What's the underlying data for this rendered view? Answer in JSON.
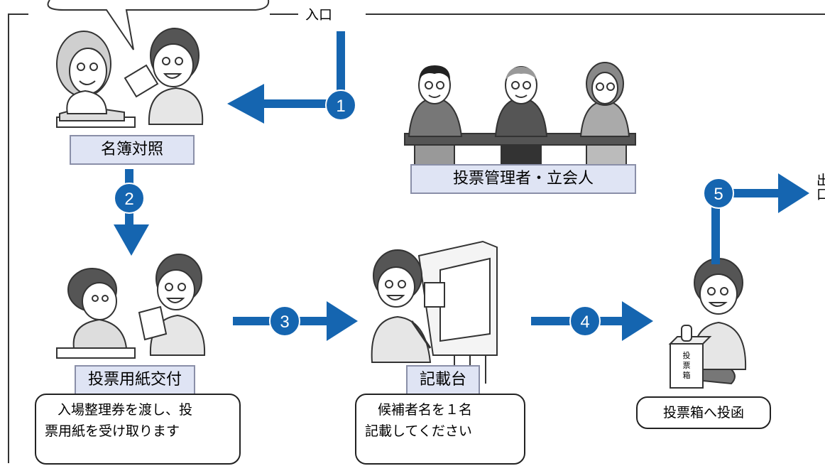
{
  "entrance_label": "入口",
  "exit_label": "出口",
  "officials_label": "投票管理者・立会人",
  "ballot_box_text": [
    "投",
    "票",
    "箱"
  ],
  "steps": [
    {
      "number": "1",
      "label": "名簿対照"
    },
    {
      "number": "2",
      "label": ""
    },
    {
      "number": "3",
      "label": "投票用紙交付",
      "note_line1": "入場整理券を渡し、投",
      "note_line2": "票用紙を受け取ります"
    },
    {
      "number": "4",
      "label": "記載台",
      "note_line1": "候補者名を１名",
      "note_line2": "記載してください"
    },
    {
      "number": "5",
      "label": "",
      "note_line1": "投票箱へ投函"
    }
  ],
  "colors": {
    "arrow": "#1565b0",
    "stage_bg": "#dfe4f4"
  }
}
